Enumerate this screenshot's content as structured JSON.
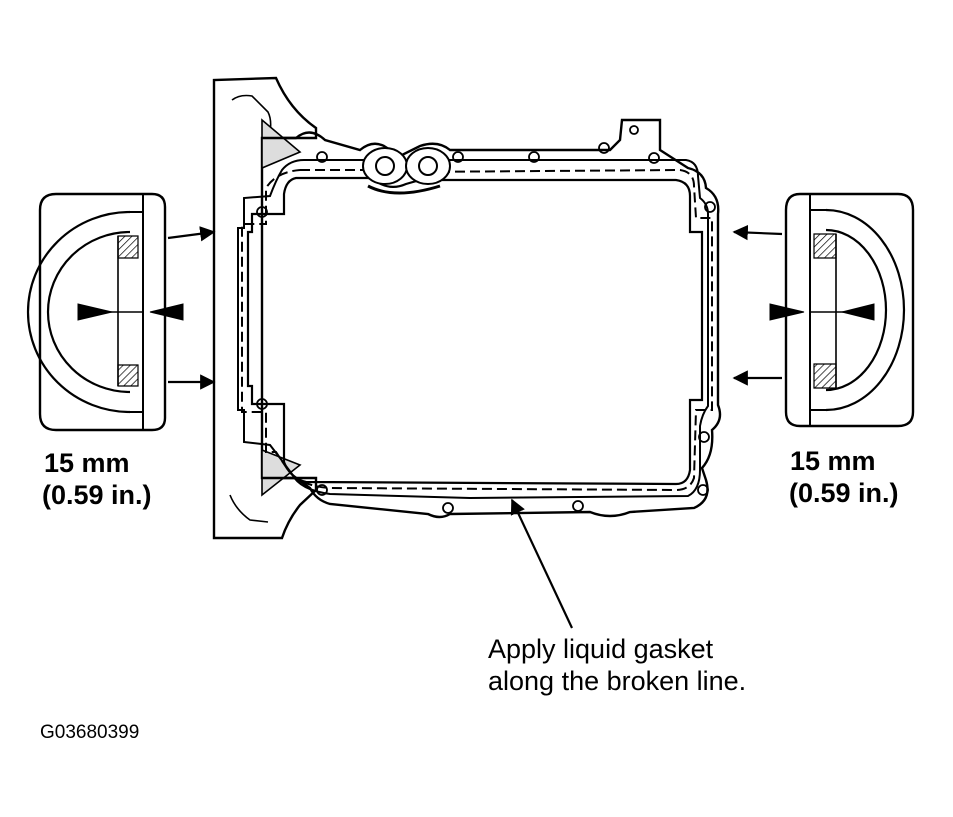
{
  "labels": {
    "left_dimension_mm": "15 mm",
    "left_dimension_in": "(0.59 in.)",
    "right_dimension_mm": "15 mm",
    "right_dimension_in": "(0.59 in.)",
    "note_line1": "Apply liquid gasket",
    "note_line2": "along the broken line.",
    "figure_code": "G03680399"
  },
  "colors": {
    "ink": "#000000",
    "paper": "#ffffff",
    "hatch": "#888888"
  }
}
